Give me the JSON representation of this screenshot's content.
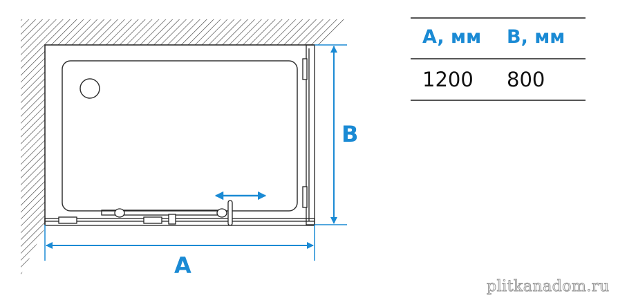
{
  "diagram": {
    "dimension_a_label": "A",
    "dimension_b_label": "B",
    "accent_color": "#1a8ad4"
  },
  "table": {
    "headers": [
      "A, мм",
      "B, мм"
    ],
    "rows": [
      [
        "1200",
        "800"
      ]
    ]
  },
  "watermark": "plitkanadom.ru"
}
